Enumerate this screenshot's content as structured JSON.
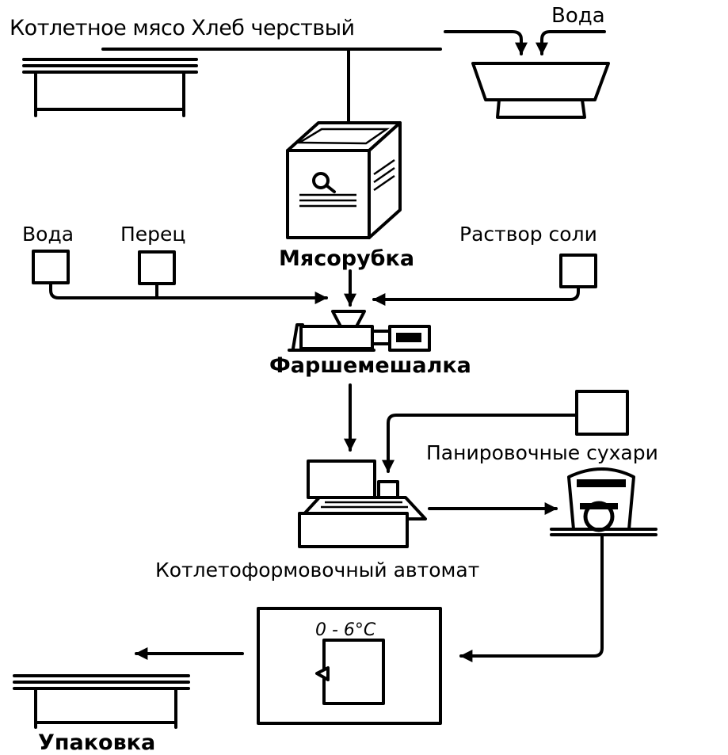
{
  "labels": {
    "ingredients_top": "Котлетное мясо Хлеб черствый",
    "water_top": "Вода",
    "grinder": "Мясорубка",
    "water_left": "Вода",
    "pepper": "Перец",
    "salt_solution": "Раствор соли",
    "mixer": "Фаршемешалка",
    "breadcrumbs": "Панировочные сухари",
    "forming_machine": "Котлетоформовочный автомат",
    "temperature": "0 - 6°С",
    "packing": "Упаковка"
  }
}
